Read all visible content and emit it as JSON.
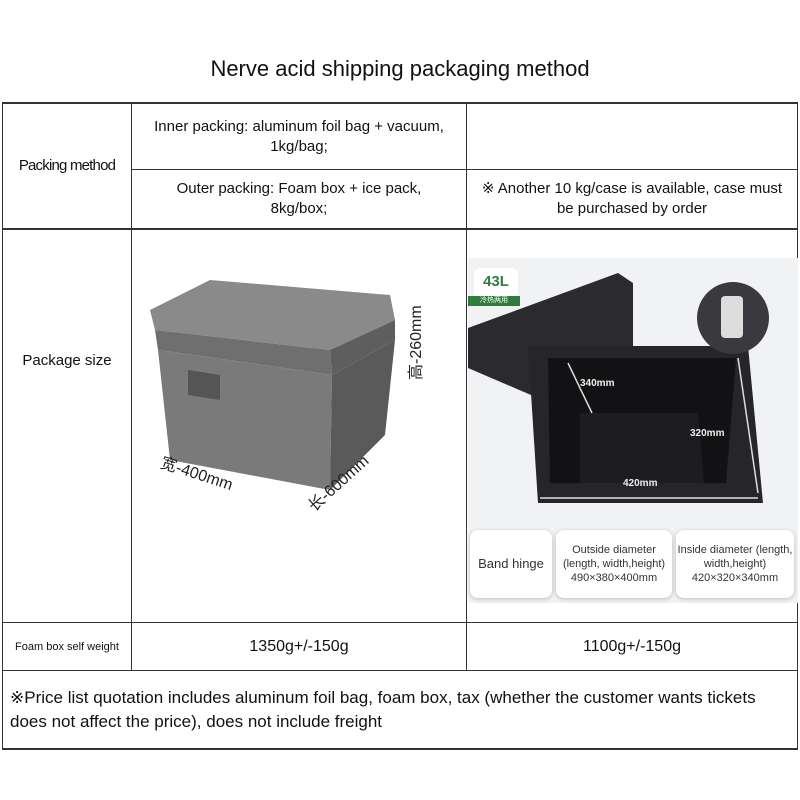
{
  "title": "Nerve acid shipping packaging method",
  "rows": {
    "packing": {
      "label": "Packing method",
      "inner": "Inner packing: aluminum foil bag + vacuum, 1kg/bag;",
      "outer": "Outer packing: Foam box + ice pack, 8kg/box;",
      "note": "※ Another 10 kg/case is available, case must be purchased by order"
    },
    "size": {
      "label": "Package size",
      "box1": {
        "width": "宽-400mm",
        "length": "长-600mm",
        "height": "高-260mm"
      },
      "box2": {
        "badge": "43L",
        "badge_sub": "冷热两用",
        "depth": "340mm",
        "height": "320mm",
        "length": "420mm",
        "cards": [
          "Band hinge",
          "Outside diameter (length, width,height) 490×380×400mm",
          "Inside diameter (length, width,height) 420×320×340mm"
        ]
      }
    },
    "weight": {
      "label": "Foam box self weight",
      "value1": "1350g+/-150g",
      "value2": "1100g+/-150g"
    }
  },
  "footer": "※Price list quotation includes aluminum foil bag, foam box, tax (whether the customer wants tickets does not affect the price), does not include freight",
  "colors": {
    "badge_green": "#2e7d3e",
    "border": "#333333"
  }
}
